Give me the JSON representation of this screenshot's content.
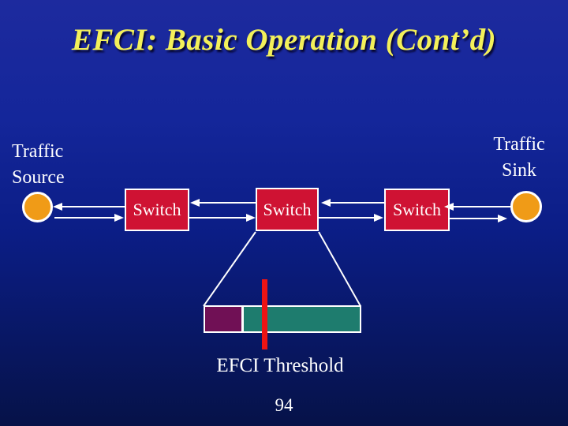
{
  "slide": {
    "title": "EFCI: Basic Operation (Cont’d)",
    "page_number": "94"
  },
  "diagram": {
    "source_label": {
      "line1": "Traffic",
      "line2": "Source"
    },
    "sink_label": {
      "line1": "Traffic",
      "line2": "Sink"
    },
    "switches": [
      "Switch",
      "Switch",
      "Switch"
    ],
    "buffer": {
      "threshold_label": "EFCI Threshold"
    }
  },
  "colors": {
    "background_top": "#1d2a9e",
    "background_bottom": "#061248",
    "title_yellow": "#f3f05a",
    "switch_red": "#cf1233",
    "node_orange": "#f09b17",
    "buffer_occupied_maroon": "#701055",
    "buffer_free_teal": "#1e7c6e",
    "threshold_red": "#ec1414",
    "line_white": "#ffffff"
  }
}
